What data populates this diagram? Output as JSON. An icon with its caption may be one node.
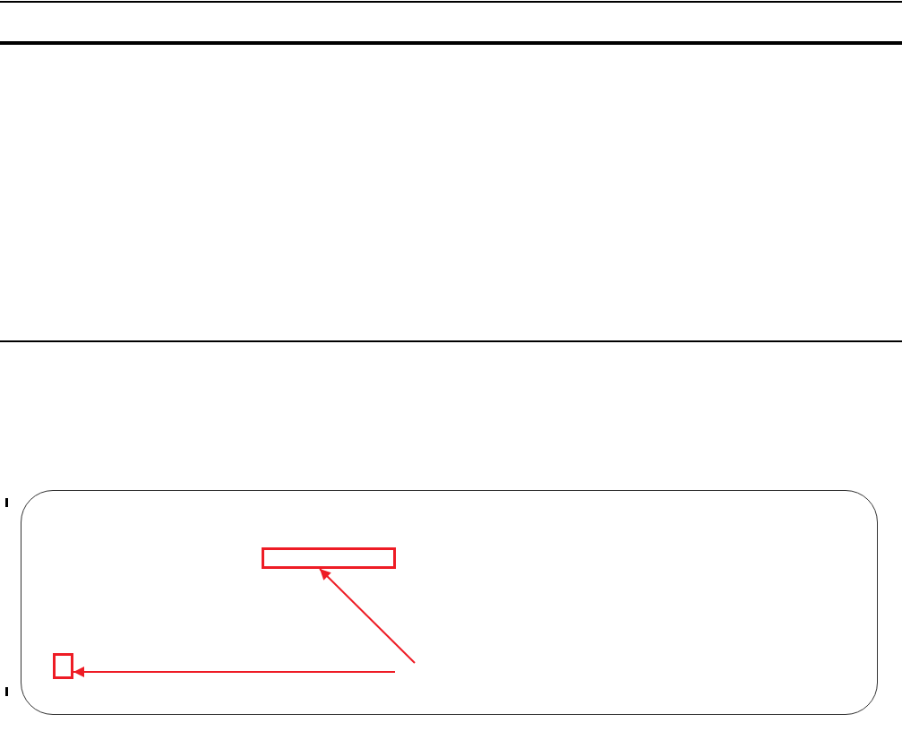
{
  "diagram": {
    "nodes": [
      {
        "text": [],
        "shape": "box"
      },
      {
        "text": [],
        "shape": "box",
        "in": 0
      },
      {
        "text": [],
        "shape": "box",
        "in": 0
      }
    ],
    "edges": [
      {
        "from": null,
        "to": 1,
        "arrow": "to"
      },
      {
        "from": null,
        "to": 2,
        "arrow": "to"
      }
    ]
  }
}
